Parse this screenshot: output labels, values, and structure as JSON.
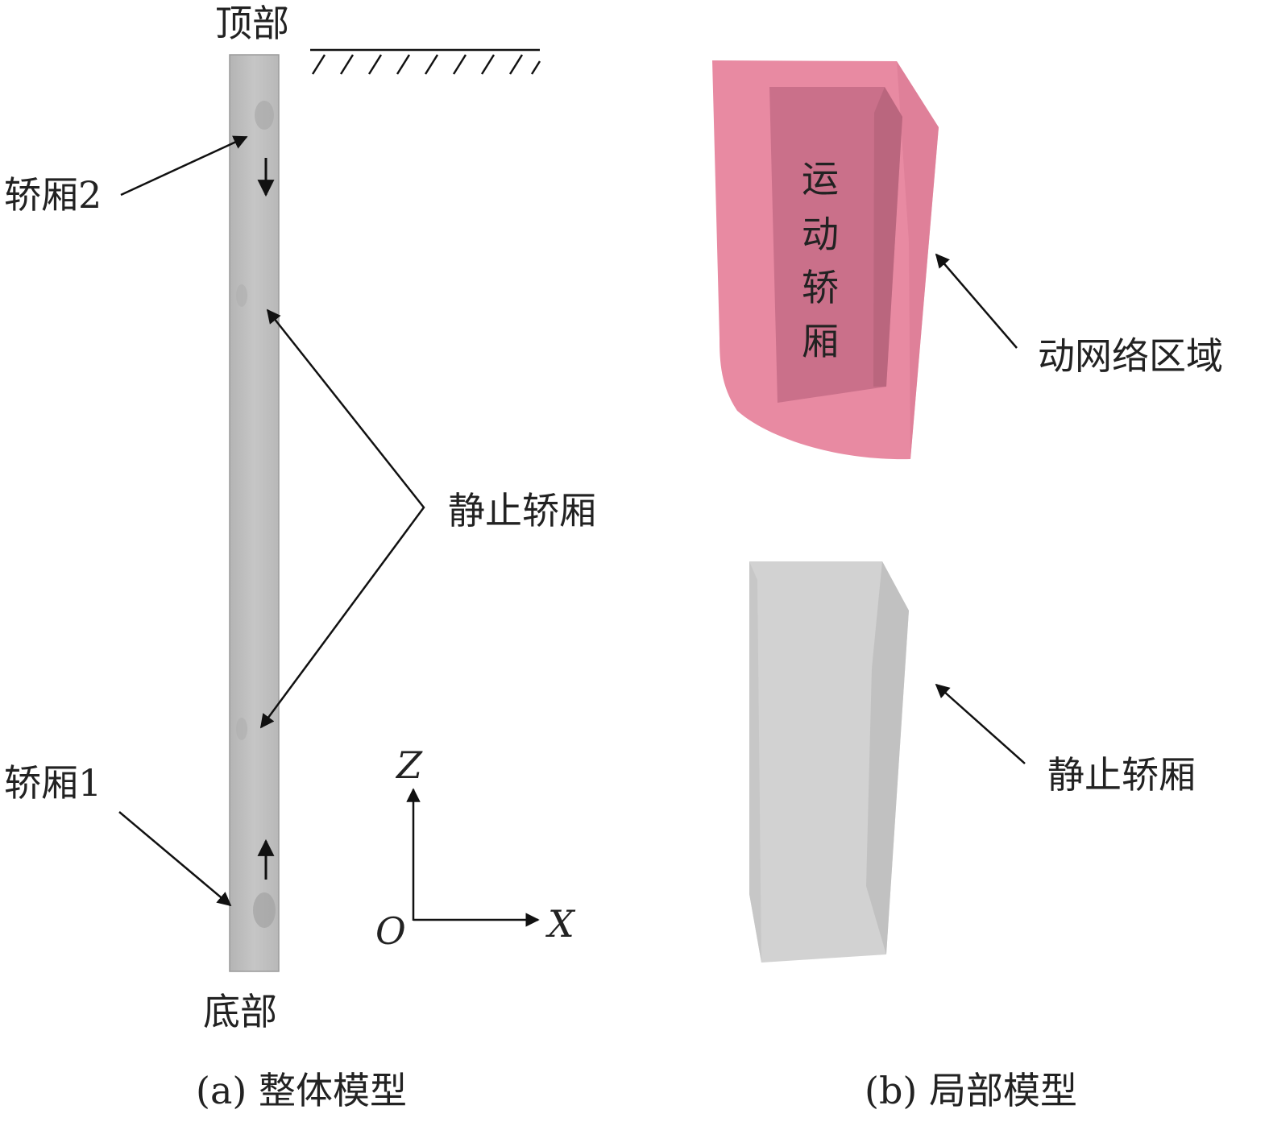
{
  "panel_a": {
    "top_label": "顶部",
    "bottom_label": "底部",
    "car2_label": "轿厢2",
    "car1_label": "轿厢1",
    "static_label": "静止轿厢",
    "caption": "(a) 整体模型",
    "axes": {
      "z": "Z",
      "x": "X",
      "origin": "O"
    }
  },
  "panel_b": {
    "moving_car_chars": [
      "运",
      "动",
      "轿",
      "厢"
    ],
    "dynamic_mesh_label": "动网络区域",
    "static_label": "静止轿厢",
    "caption": "(b) 局部模型"
  },
  "colors": {
    "shaft": "#bdbdbd",
    "mesh_region": "#e88aa2",
    "moving_car": "#c46b86",
    "static_car": "#d2d2d2"
  }
}
